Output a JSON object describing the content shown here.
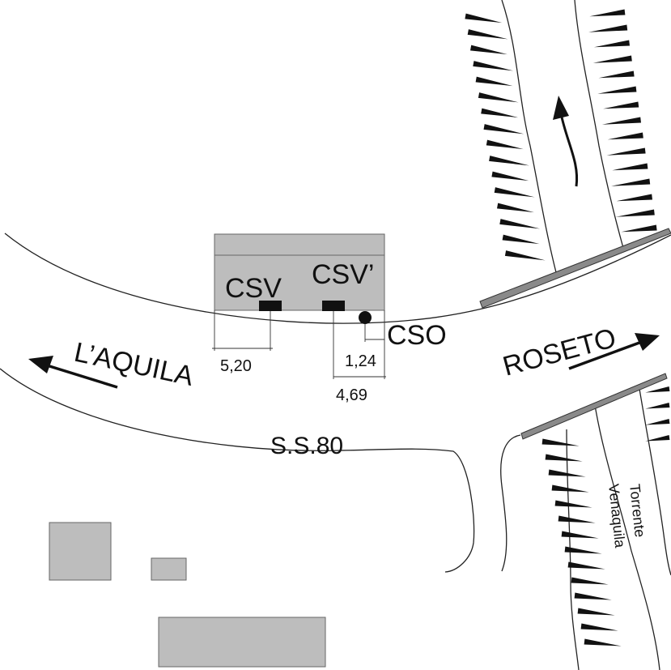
{
  "labels": {
    "station_csv": "CSV",
    "station_csv_prime": "CSV’",
    "station_cso": "CSO",
    "direction_laquila": "L’AQUILA",
    "direction_roseto": "ROSETO",
    "road_name": "S.S.80",
    "river_line1": "Torrente",
    "river_line2": "Venaquila"
  },
  "dimensions": {
    "csv_distance": "5,20",
    "cso_distance": "1,24",
    "csv_prime_distance": "4,69"
  },
  "colors": {
    "building_fill": "#bdbdbd",
    "building_stroke": "#666666",
    "bridge_fill": "#8a8a8a",
    "sensor_fill": "#111111",
    "line": "#222222"
  }
}
